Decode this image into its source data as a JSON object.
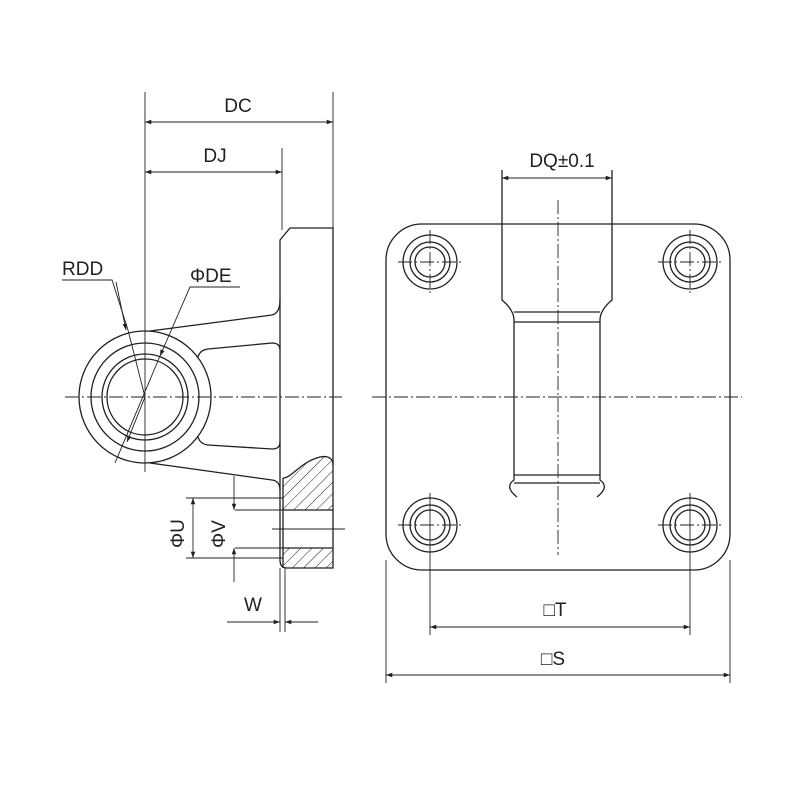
{
  "labels": {
    "dc": "DC",
    "dj": "DJ",
    "rdd": "RDD",
    "de": "ΦDE",
    "u": "ΦU",
    "v": "ΦV",
    "w": "W",
    "dq": "DQ±0.1",
    "t": "□T",
    "s": "□S"
  },
  "colors": {
    "line": "#231f20",
    "background": "#ffffff"
  }
}
